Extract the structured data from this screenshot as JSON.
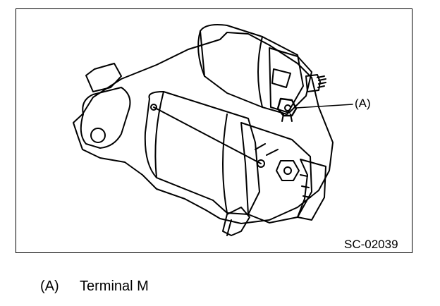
{
  "figure": {
    "callout_label": "(A)",
    "figure_code": "SC-02039"
  },
  "legend": [
    {
      "key": "(A)",
      "text": "Terminal M"
    }
  ],
  "colors": {
    "line": "#000000",
    "background": "#ffffff"
  }
}
